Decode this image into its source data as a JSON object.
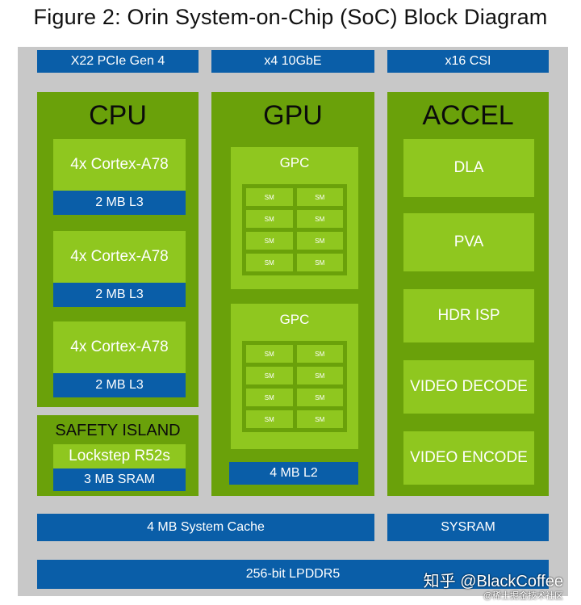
{
  "title": "Figure 2: Orin System-on-Chip (SoC) Block Diagram",
  "io": [
    "X22 PCIe Gen 4",
    "x4 10GbE",
    "x16 CSI"
  ],
  "cpu": {
    "heading": "CPU",
    "clusters": [
      {
        "cores": "4x Cortex-A78",
        "cache": "2 MB L3"
      },
      {
        "cores": "4x Cortex-A78",
        "cache": "2 MB L3"
      },
      {
        "cores": "4x Cortex-A78",
        "cache": "2 MB L3"
      }
    ]
  },
  "safety": {
    "heading": "SAFETY ISLAND",
    "core": "Lockstep R52s",
    "sram": "3 MB SRAM"
  },
  "gpu": {
    "heading": "GPU",
    "gpcs": [
      {
        "label": "GPC",
        "sms": [
          "SM",
          "SM",
          "SM",
          "SM",
          "SM",
          "SM",
          "SM",
          "SM"
        ]
      },
      {
        "label": "GPC",
        "sms": [
          "SM",
          "SM",
          "SM",
          "SM",
          "SM",
          "SM",
          "SM",
          "SM"
        ]
      }
    ],
    "l2": "4 MB L2"
  },
  "accel": {
    "heading": "ACCEL",
    "blocks": [
      "DLA",
      "PVA",
      "HDR ISP",
      "VIDEO DECODE",
      "VIDEO ENCODE"
    ]
  },
  "system_cache": "4 MB System Cache",
  "sysram": "SYSRAM",
  "memory": "256-bit LPDDR5",
  "watermark": "知乎 @BlackCoffee",
  "watermark_sub": "@稀土掘金技术社区",
  "colors": {
    "frame": "#c8c8c8",
    "blue": "#0a5ea8",
    "green_dark": "#6aa10a",
    "green_mid": "#7fb716",
    "green_light": "#8fc71f"
  }
}
